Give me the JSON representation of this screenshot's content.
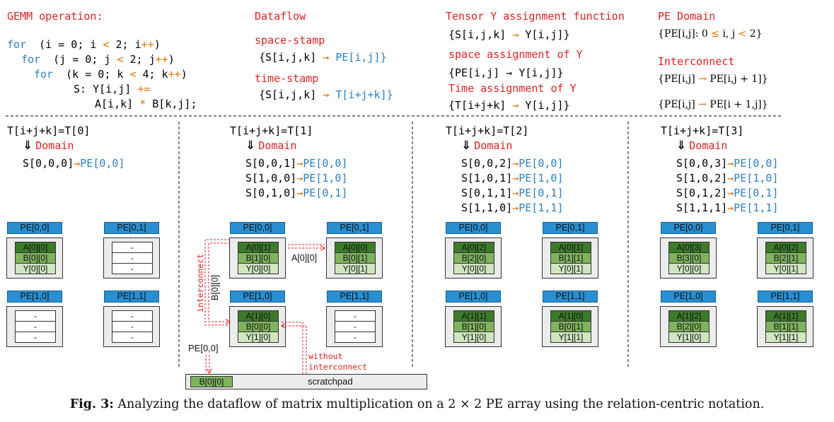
{
  "header": {
    "gemm_title": "GEMM operation:",
    "loop": [
      {
        "kw": "for",
        "pre": "(i = 0; i ",
        "op": "<",
        "post": " 2; i",
        "inc": "++",
        "end": ")"
      },
      {
        "kw": "for",
        "pre": "(j = 0; j ",
        "op": "<",
        "post": " 2; j",
        "inc": "++",
        "end": ")"
      },
      {
        "kw": "for",
        "pre": "(k = 0; k ",
        "op": "<",
        "post": " 4; k",
        "inc": "++",
        "end": ")"
      }
    ],
    "stmt1": "S: Y[i,j] ",
    "stmt1_op": "+=",
    "stmt2a": "A[i,k] ",
    "stmt2_op": "*",
    "stmt2b": " B[k,j];",
    "dataflow_title": "Dataflow",
    "space_stamp_title": "space-stamp",
    "space_stamp_a": "{S[i,j,k]  ",
    "space_stamp_b": " PE[i,j]}",
    "time_stamp_title": "time-stamp",
    "time_stamp_a": "{S[i,j,k]  ",
    "time_stamp_b": " T[i+j+k]}",
    "tensor_y_title": "Tensor Y assignment function",
    "tensor_y_a": "{S[i,j,k]  ",
    "tensor_y_b": " Y[i,j]}",
    "space_assign_title": "space assignment of Y",
    "space_assign_a": "{PE[i,j] ",
    "space_assign_b": " Y[i,j]}",
    "time_assign_title": "Time assignment of Y",
    "time_assign_a": "{T[i+j+k]  ",
    "time_assign_b": " Y[i,j]}",
    "pe_domain_title": "PE Domain",
    "pe_domain_a": "{PE[i,j]: 0 ",
    "pe_domain_b": " i, j ",
    "pe_domain_c": " 2}",
    "interconnect_title": "Interconnect",
    "interconnect_1a": "{PE[i,j] ",
    "interconnect_1b": " PE[i,j + 1]}",
    "interconnect_2a": "{PE[i,j] ",
    "interconnect_2b": " PE[i + 1,j]}"
  },
  "columns": [
    {
      "time_label": "T[i+j+k]=T[0]",
      "domain_label": "Domain",
      "mappings": [
        [
          "S[0,0,0]",
          "PE[0,0]"
        ]
      ],
      "pes": [
        {
          "label": "PE[0,0]",
          "cells": [
            "A[0][0]",
            "B[0][0]",
            "Y[0][0]"
          ],
          "filled": true
        },
        {
          "label": "PE[0,1]",
          "cells": [
            "-",
            "-",
            "-"
          ],
          "filled": false
        },
        {
          "label": "PE[1,0]",
          "cells": [
            "-",
            "-",
            "-"
          ],
          "filled": false
        },
        {
          "label": "PE[1,1]",
          "cells": [
            "-",
            "-",
            "-"
          ],
          "filled": false
        }
      ]
    },
    {
      "time_label": "T[i+j+k]=T[1]",
      "domain_label": "Domain",
      "mappings": [
        [
          "S[0,0,1]",
          "PE[0,0]"
        ],
        [
          "S[1,0,0]",
          "PE[1,0]"
        ],
        [
          "S[0,1,0]",
          "PE[0,1]"
        ]
      ],
      "pes": [
        {
          "label": "PE[0,0]",
          "cells": [
            "A[0][1]",
            "B[1][0]",
            "Y[0][0]"
          ],
          "filled": true
        },
        {
          "label": "PE[0,1]",
          "cells": [
            "A[0][0]",
            "B[0][1]",
            "Y[0][1]"
          ],
          "filled": true
        },
        {
          "label": "PE[1,0]",
          "cells": [
            "A[1][0]",
            "B[0][0]",
            "Y[1][0]"
          ],
          "filled": true
        },
        {
          "label": "PE[1,1]",
          "cells": [
            "-",
            "-",
            "-"
          ],
          "filled": false
        }
      ]
    },
    {
      "time_label": "T[i+j+k]=T[2]",
      "domain_label": "Domain",
      "mappings": [
        [
          "S[0,0,2]",
          "PE[0,0]"
        ],
        [
          "S[1,0,1]",
          "PE[1,0]"
        ],
        [
          "S[0,1,1]",
          "PE[0,1]"
        ],
        [
          "S[1,1,0]",
          "PE[1,1]"
        ]
      ],
      "pes": [
        {
          "label": "PE[0,0]",
          "cells": [
            "A[0][2]",
            "B[2][0]",
            "Y[0][0]"
          ],
          "filled": true
        },
        {
          "label": "PE[0,1]",
          "cells": [
            "A[0][1]",
            "B[1][1]",
            "Y[0][1]"
          ],
          "filled": true
        },
        {
          "label": "PE[1,0]",
          "cells": [
            "A[1][1]",
            "B[1][0]",
            "Y[1][0]"
          ],
          "filled": true
        },
        {
          "label": "PE[1,1]",
          "cells": [
            "A[1][0]",
            "B[0][1]",
            "Y[1][1]"
          ],
          "filled": true
        }
      ]
    },
    {
      "time_label": "T[i+j+k]=T[3]",
      "domain_label": "Domain",
      "mappings": [
        [
          "S[0,0,3]",
          "PE[0,0]"
        ],
        [
          "S[1,0,2]",
          "PE[1,0]"
        ],
        [
          "S[0,1,2]",
          "PE[0,1]"
        ],
        [
          "S[1,1,1]",
          "PE[1,1]"
        ]
      ],
      "pes": [
        {
          "label": "PE[0,0]",
          "cells": [
            "A[0][3]",
            "B[3][0]",
            "Y[0][0]"
          ],
          "filled": true
        },
        {
          "label": "PE[0,1]",
          "cells": [
            "A[0][2]",
            "B[2][1]",
            "Y[0][1]"
          ],
          "filled": true
        },
        {
          "label": "PE[1,0]",
          "cells": [
            "A[1][2]",
            "B[2][0]",
            "Y[1][0]"
          ],
          "filled": true
        },
        {
          "label": "PE[1,1]",
          "cells": [
            "A[1][1]",
            "B[1][1]",
            "Y[1][1]"
          ],
          "filled": true
        }
      ]
    }
  ],
  "annotations": {
    "a00": "A[0][0]",
    "b00_vertical": "B[0][0]",
    "interconnect": "interconnect",
    "pe00": "PE[0,0]",
    "without_1": "without",
    "without_2": "interconnect",
    "scratch_cell": "B[0][0]",
    "scratch_label": "scratchpad"
  },
  "caption": {
    "prefix": "Fig. 3:",
    "text": " Analyzing the dataflow of matrix multiplication on a 2 × 2 PE array using the relation-centric notation."
  },
  "colors": {
    "red": "#e02020",
    "blue": "#2a7fc4",
    "orange": "#e07000",
    "pe_header": "#2a8fd0",
    "cell_dark": "#3d7a2c",
    "cell_mid": "#7fb35f",
    "cell_light": "#cfe6c0"
  }
}
